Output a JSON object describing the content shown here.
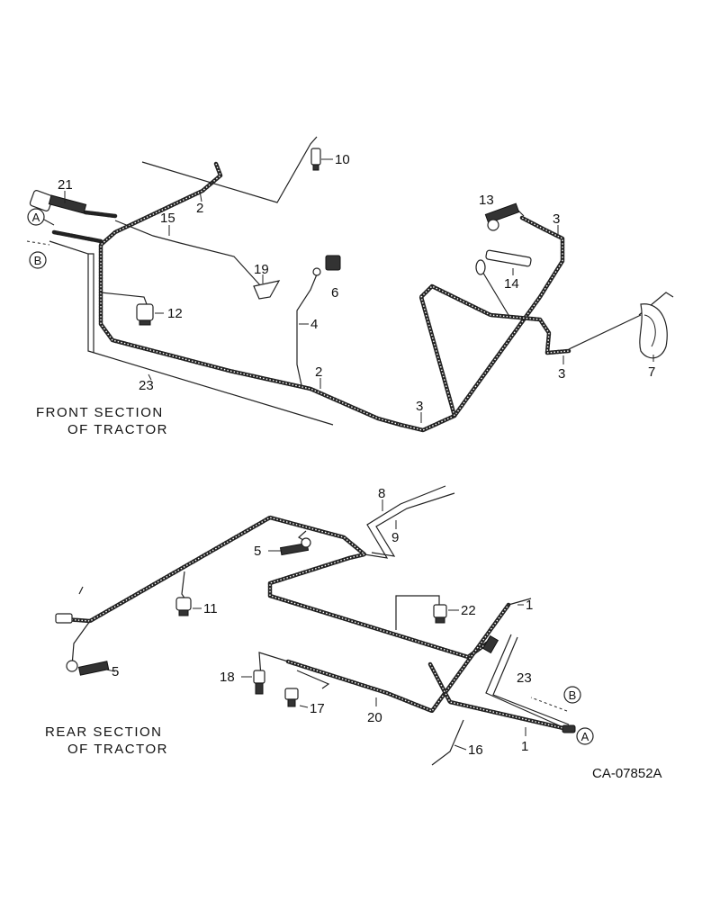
{
  "diagram": {
    "front_caption_line1": "FRONT SECTION",
    "front_caption_line2": "OF TRACTOR",
    "rear_caption_line1": "REAR SECTION",
    "rear_caption_line2": "OF TRACTOR",
    "figure_code": "CA-07852A",
    "refs": {
      "a": "A",
      "b": "B"
    },
    "front_callouts": {
      "c21": "21",
      "c2a": "2",
      "c10": "10",
      "c15": "15",
      "c13": "13",
      "c3a": "3",
      "c19": "19",
      "c6": "6",
      "c14": "14",
      "c12": "12",
      "c4": "4",
      "c7": "7",
      "c3b": "3",
      "c23": "23",
      "c2b": "2",
      "c3c": "3"
    },
    "rear_callouts": {
      "c8": "8",
      "c9": "9",
      "c5a": "5",
      "c11": "11",
      "c1a": "1",
      "c22": "22",
      "c5b": "5",
      "c18": "18",
      "c23": "23",
      "c17": "17",
      "c20": "20",
      "c1b": "1",
      "c16": "16"
    }
  }
}
